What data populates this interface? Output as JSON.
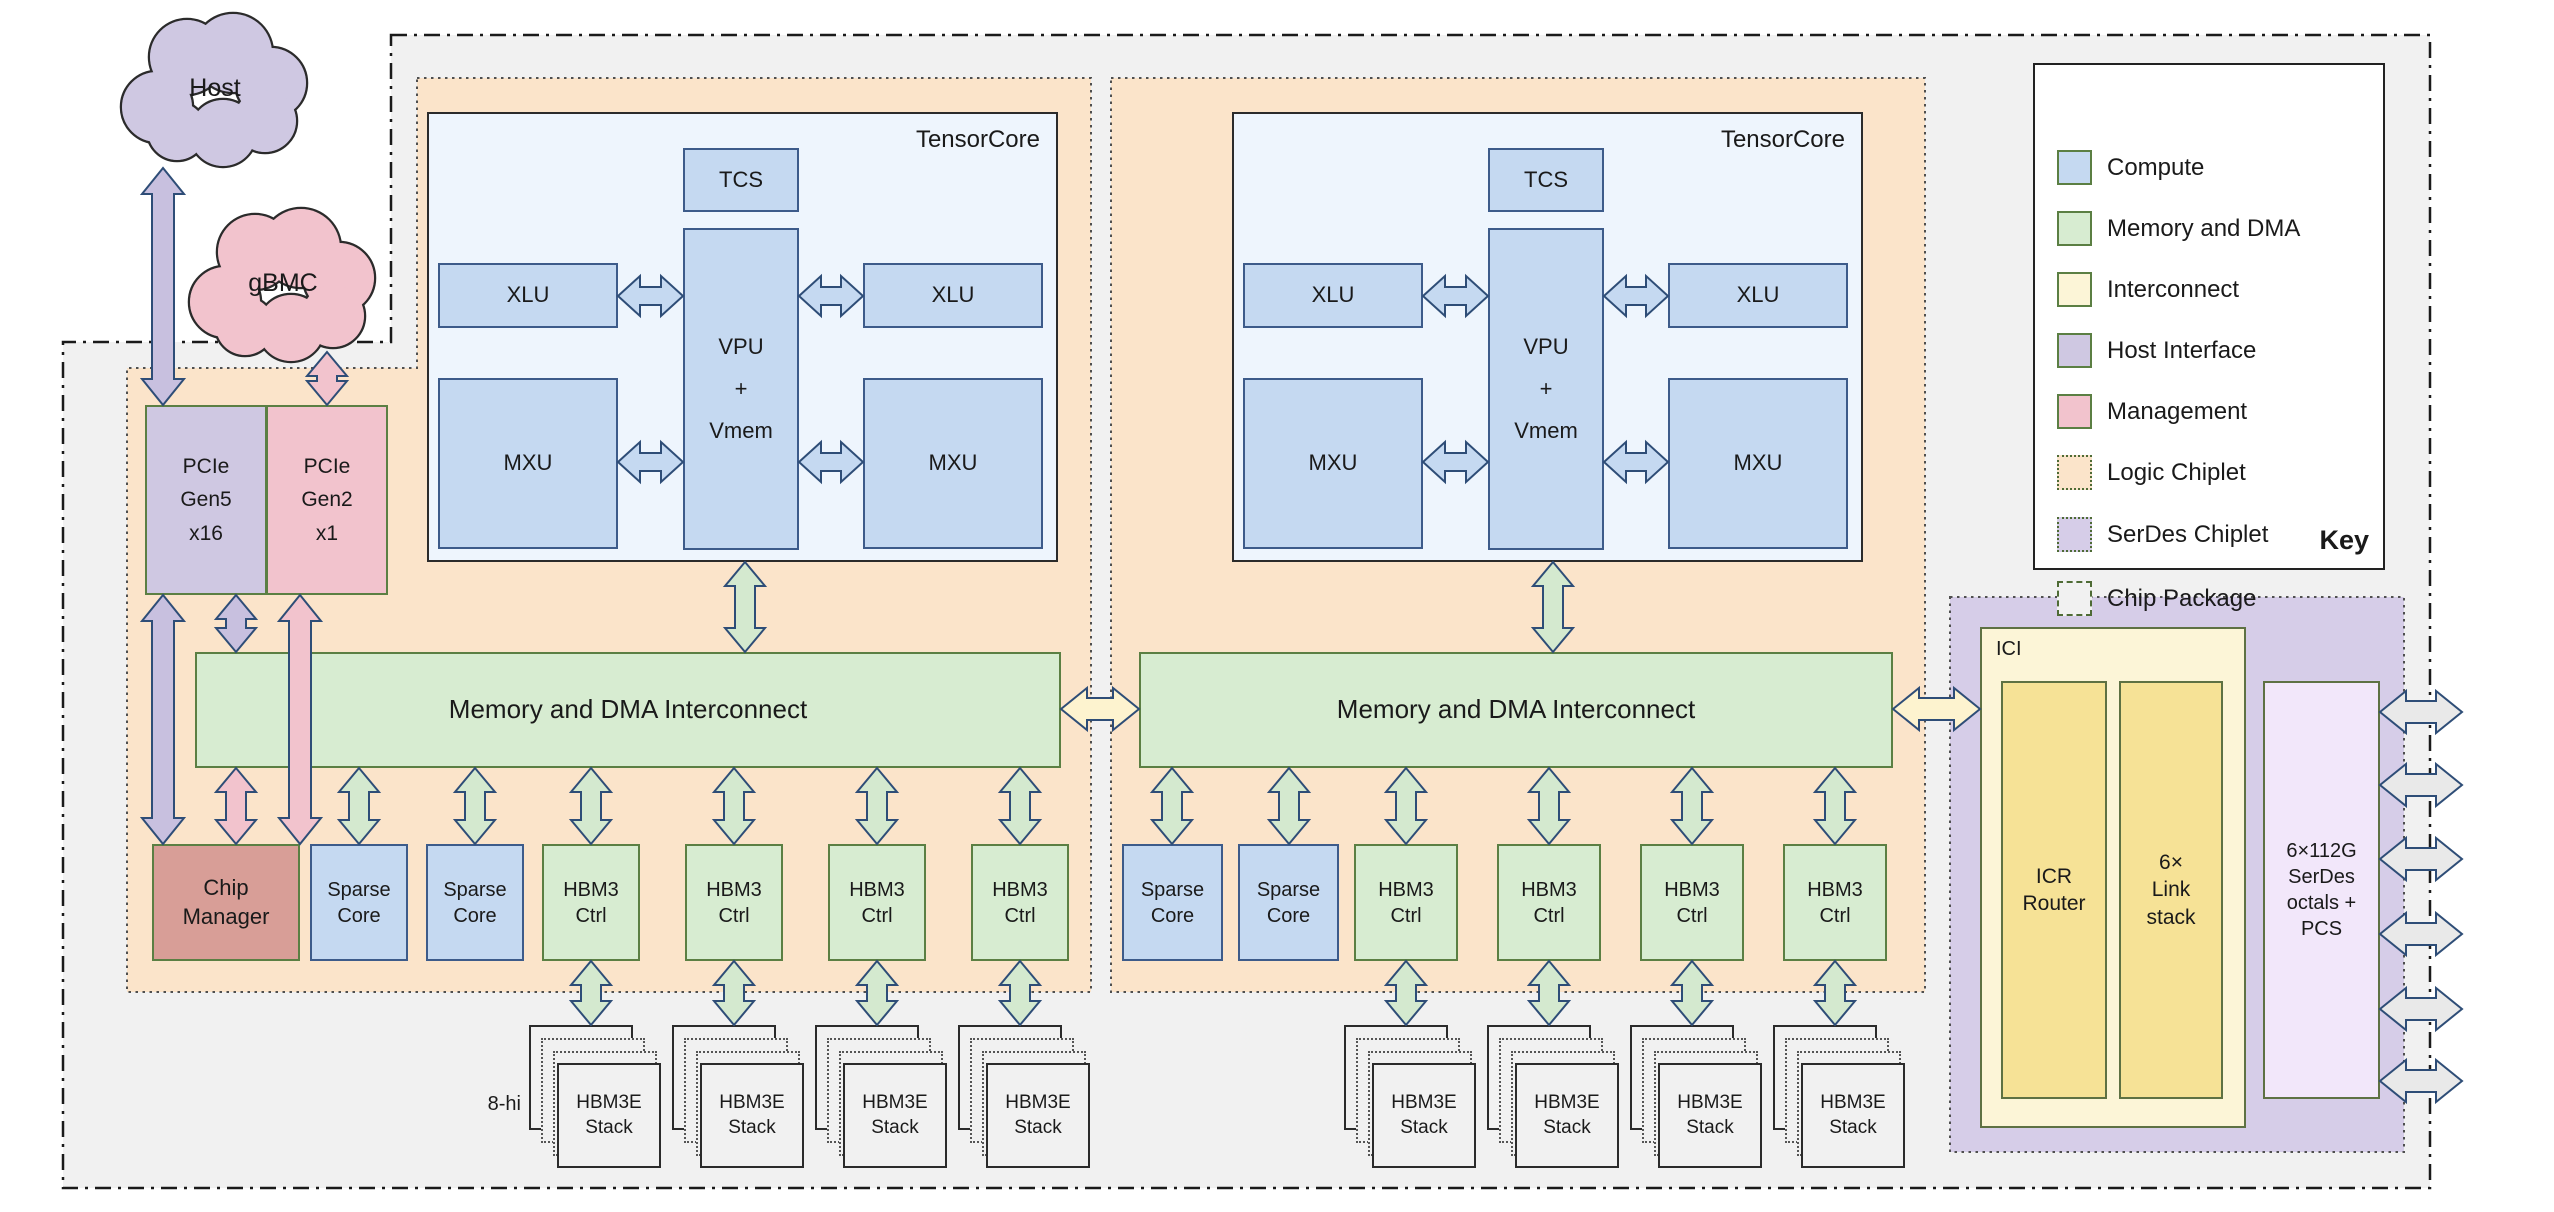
{
  "clouds": {
    "host": "Host",
    "gbmc": "gBMC"
  },
  "labels": {
    "tensorcore": "TensorCore",
    "tcs": "TCS",
    "vpu": "VPU\n+\nVmem",
    "xlu": "XLU",
    "mxu": "MXU",
    "pcie_gen5": "PCIe\nGen5\nx16",
    "pcie_gen2": "PCIe\nGen2\nx1",
    "interconnect": "Memory and DMA Interconnect",
    "chip_manager": "Chip\nManager",
    "sparse_core": "Sparse\nCore",
    "hbm3_ctrl": "HBM3\nCtrl",
    "hbm3e_stack": "HBM3E\nStack",
    "stack_height": "8-hi",
    "ici": "ICI",
    "icr_router": "ICR\nRouter",
    "link_stack": "6×\nLink\nstack",
    "serdes_octals": "6×112G\nSerDes\noctals +\nPCS"
  },
  "legend": {
    "title": "Key",
    "items": [
      {
        "label": "Compute",
        "swatch": "compute"
      },
      {
        "label": "Memory and DMA",
        "swatch": "memory"
      },
      {
        "label": "Interconnect",
        "swatch": "interconnect"
      },
      {
        "label": "Host Interface",
        "swatch": "host-interface"
      },
      {
        "label": "Management",
        "swatch": "management"
      },
      {
        "label": "Logic Chiplet",
        "swatch": "logic-chiplet"
      },
      {
        "label": "SerDes Chiplet",
        "swatch": "serdes-chiplet"
      },
      {
        "label": "Chip Package",
        "swatch": "chip-package"
      }
    ]
  },
  "colors": {
    "compute": "#c5d9f1",
    "compute_border": "#3d5b8a",
    "memory": "#d7ecd1",
    "memory_border": "#5b7f43",
    "tc_fill": "#eef5fd",
    "host_if": "#cfc8e2",
    "mgmt_pink": "#f2c3cd",
    "mgmt_dark": "#d89e97",
    "logic": "#fbe4ca",
    "serdes_bg": "#d6cde8",
    "serdes_box": "#f2e7fa",
    "yellow_light": "#fcf5d7",
    "yellow": "#f6e296",
    "package": "#f1f1f1",
    "purple": "#c8c0df",
    "pink": "#f2c3cd",
    "green": "#d4e9cf",
    "blue": "#c5d9f1",
    "cream": "#fdf3cf",
    "grey": "#e9e9e9",
    "arrow_stroke": "#2e4d77"
  },
  "arrow_sizes": {
    "s": [
      9,
      20,
      22
    ],
    "m": [
      10,
      20,
      24
    ],
    "l": [
      11,
      21,
      26
    ]
  },
  "connections": [
    {
      "n": "host-to-pcie-gen5",
      "o": "v",
      "c": 163,
      "a": 168,
      "b": 405,
      "col": "purple",
      "s": "l"
    },
    {
      "n": "gbmc-to-pcie-gen2",
      "o": "v",
      "c": 327,
      "a": 352,
      "b": 405,
      "col": "pink",
      "s": "m"
    },
    {
      "n": "pcie-gen5-to-chip-manager",
      "o": "v",
      "c": 163,
      "a": 595,
      "b": 844,
      "col": "purple",
      "s": "l"
    },
    {
      "n": "pcie-gen5-to-interconnect-1",
      "o": "v",
      "c": 236,
      "a": 595,
      "b": 652,
      "col": "purple",
      "s": "m"
    },
    {
      "n": "pcie-gen2-to-chip-manager",
      "o": "v",
      "c": 300,
      "a": 595,
      "b": 844,
      "col": "pink",
      "s": "l"
    },
    {
      "n": "interconnect-1-to-chip-manager",
      "o": "v",
      "c": 236,
      "a": 768,
      "b": 844,
      "col": "pink",
      "s": "m"
    },
    {
      "n": "tensorcore-1-to-interconnect-1",
      "o": "v",
      "c": 745,
      "a": 562,
      "b": 652,
      "col": "green",
      "s": "m"
    },
    {
      "n": "tensorcore-2-to-interconnect-2",
      "o": "v",
      "c": 1553,
      "a": 562,
      "b": 652,
      "col": "green",
      "s": "m"
    },
    {
      "n": "interconnect-1-to-sparse-core-1",
      "o": "v",
      "c": 359,
      "a": 768,
      "b": 844,
      "col": "green",
      "s": "m"
    },
    {
      "n": "interconnect-1-to-sparse-core-2",
      "o": "v",
      "c": 475,
      "a": 768,
      "b": 844,
      "col": "green",
      "s": "m"
    },
    {
      "n": "interconnect-1-to-hbm3-ctrl-1",
      "o": "v",
      "c": 591,
      "a": 768,
      "b": 844,
      "col": "green",
      "s": "m"
    },
    {
      "n": "interconnect-1-to-hbm3-ctrl-2",
      "o": "v",
      "c": 734,
      "a": 768,
      "b": 844,
      "col": "green",
      "s": "m"
    },
    {
      "n": "interconnect-1-to-hbm3-ctrl-3",
      "o": "v",
      "c": 877,
      "a": 768,
      "b": 844,
      "col": "green",
      "s": "m"
    },
    {
      "n": "interconnect-1-to-hbm3-ctrl-4",
      "o": "v",
      "c": 1020,
      "a": 768,
      "b": 844,
      "col": "green",
      "s": "m"
    },
    {
      "n": "hbm3-ctrl-1-to-stack-1",
      "o": "v",
      "c": 591,
      "a": 961,
      "b": 1025,
      "col": "green",
      "s": "m"
    },
    {
      "n": "hbm3-ctrl-2-to-stack-2",
      "o": "v",
      "c": 734,
      "a": 961,
      "b": 1025,
      "col": "green",
      "s": "m"
    },
    {
      "n": "hbm3-ctrl-3-to-stack-3",
      "o": "v",
      "c": 877,
      "a": 961,
      "b": 1025,
      "col": "green",
      "s": "m"
    },
    {
      "n": "hbm3-ctrl-4-to-stack-4",
      "o": "v",
      "c": 1020,
      "a": 961,
      "b": 1025,
      "col": "green",
      "s": "m"
    },
    {
      "n": "interconnect-2-to-sparse-core-3",
      "o": "v",
      "c": 1172,
      "a": 768,
      "b": 844,
      "col": "green",
      "s": "m"
    },
    {
      "n": "interconnect-2-to-sparse-core-4",
      "o": "v",
      "c": 1289,
      "a": 768,
      "b": 844,
      "col": "green",
      "s": "m"
    },
    {
      "n": "interconnect-2-to-hbm3-ctrl-5",
      "o": "v",
      "c": 1406,
      "a": 768,
      "b": 844,
      "col": "green",
      "s": "m"
    },
    {
      "n": "interconnect-2-to-hbm3-ctrl-6",
      "o": "v",
      "c": 1549,
      "a": 768,
      "b": 844,
      "col": "green",
      "s": "m"
    },
    {
      "n": "interconnect-2-to-hbm3-ctrl-7",
      "o": "v",
      "c": 1692,
      "a": 768,
      "b": 844,
      "col": "green",
      "s": "m"
    },
    {
      "n": "interconnect-2-to-hbm3-ctrl-8",
      "o": "v",
      "c": 1835,
      "a": 768,
      "b": 844,
      "col": "green",
      "s": "m"
    },
    {
      "n": "hbm3-ctrl-5-to-stack-5",
      "o": "v",
      "c": 1406,
      "a": 961,
      "b": 1025,
      "col": "green",
      "s": "m"
    },
    {
      "n": "hbm3-ctrl-6-to-stack-6",
      "o": "v",
      "c": 1549,
      "a": 961,
      "b": 1025,
      "col": "green",
      "s": "m"
    },
    {
      "n": "hbm3-ctrl-7-to-stack-7",
      "o": "v",
      "c": 1692,
      "a": 961,
      "b": 1025,
      "col": "green",
      "s": "m"
    },
    {
      "n": "hbm3-ctrl-8-to-stack-8",
      "o": "v",
      "c": 1835,
      "a": 961,
      "b": 1025,
      "col": "green",
      "s": "m"
    },
    {
      "n": "xlu-1-to-vpu-1",
      "o": "h",
      "c": 296,
      "a": 618,
      "b": 683,
      "col": "blue",
      "s": "s"
    },
    {
      "n": "vpu-1-to-xlu-2",
      "o": "h",
      "c": 296,
      "a": 799,
      "b": 863,
      "col": "blue",
      "s": "s"
    },
    {
      "n": "mxu-1-to-vpu-1",
      "o": "h",
      "c": 462,
      "a": 618,
      "b": 683,
      "col": "blue",
      "s": "s"
    },
    {
      "n": "vpu-1-to-mxu-2",
      "o": "h",
      "c": 462,
      "a": 799,
      "b": 863,
      "col": "blue",
      "s": "s"
    },
    {
      "n": "xlu-3-to-vpu-2",
      "o": "h",
      "c": 296,
      "a": 1423,
      "b": 1488,
      "col": "blue",
      "s": "s"
    },
    {
      "n": "vpu-2-to-xlu-4",
      "o": "h",
      "c": 296,
      "a": 1604,
      "b": 1668,
      "col": "blue",
      "s": "s"
    },
    {
      "n": "mxu-3-to-vpu-2",
      "o": "h",
      "c": 462,
      "a": 1423,
      "b": 1488,
      "col": "blue",
      "s": "s"
    },
    {
      "n": "vpu-2-to-mxu-4",
      "o": "h",
      "c": 462,
      "a": 1604,
      "b": 1668,
      "col": "blue",
      "s": "s"
    },
    {
      "n": "interconnect-1-to-interconnect-2",
      "o": "h",
      "c": 709,
      "a": 1061,
      "b": 1139,
      "col": "cream",
      "s": "l"
    },
    {
      "n": "interconnect-2-to-ici",
      "o": "h",
      "c": 709,
      "a": 1893,
      "b": 1980,
      "col": "cream",
      "s": "l"
    },
    {
      "n": "serdes-link-1",
      "o": "h",
      "c": 712,
      "a": 2380,
      "b": 2462,
      "col": "grey",
      "s": "l"
    },
    {
      "n": "serdes-link-2",
      "o": "h",
      "c": 785,
      "a": 2380,
      "b": 2462,
      "col": "grey",
      "s": "l"
    },
    {
      "n": "serdes-link-3",
      "o": "h",
      "c": 859,
      "a": 2380,
      "b": 2462,
      "col": "grey",
      "s": "l"
    },
    {
      "n": "serdes-link-4",
      "o": "h",
      "c": 934,
      "a": 2380,
      "b": 2462,
      "col": "grey",
      "s": "l"
    },
    {
      "n": "serdes-link-5",
      "o": "h",
      "c": 1009,
      "a": 2380,
      "b": 2462,
      "col": "grey",
      "s": "l"
    },
    {
      "n": "serdes-link-6",
      "o": "h",
      "c": 1081,
      "a": 2380,
      "b": 2462,
      "col": "grey",
      "s": "l"
    }
  ]
}
